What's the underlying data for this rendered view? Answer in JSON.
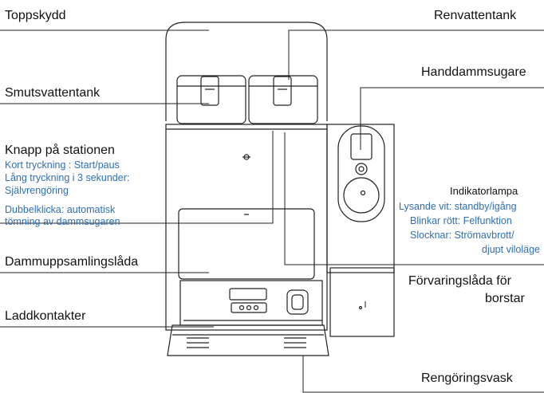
{
  "labels": {
    "toppskydd": "Toppskydd",
    "renvattentank": "Renvattentank",
    "handdammsugare": "Handdammsugare",
    "smutsvattentank": "Smutsvattentank",
    "knapp_title": "Knapp på stationen",
    "knapp_lines": [
      "Kort tryckning : Start/paus",
      "Lång tryckning i 3 sekunder:",
      "Självrengöring",
      "Dubbelklicka: automatisk",
      "tömning av dammsugaren"
    ],
    "indikator_title": "Indikatorlampa",
    "indikator_lines": [
      "Lysande vit: standby/igång",
      "Blinkar rött: Felfunktion",
      "Slocknar: Strömavbrott/",
      "djupt viloläge"
    ],
    "dammuppsamling": "Dammuppsamlingslåda",
    "forvaring_1": "Förvaringslåda för",
    "forvaring_2": "borstar",
    "laddkontakter": "Laddkontakter",
    "rengoringsvask": "Rengöringsvask"
  },
  "colors": {
    "line": "#222222",
    "description_text": "#2f6fb3",
    "body_fill": "#ffffff"
  }
}
